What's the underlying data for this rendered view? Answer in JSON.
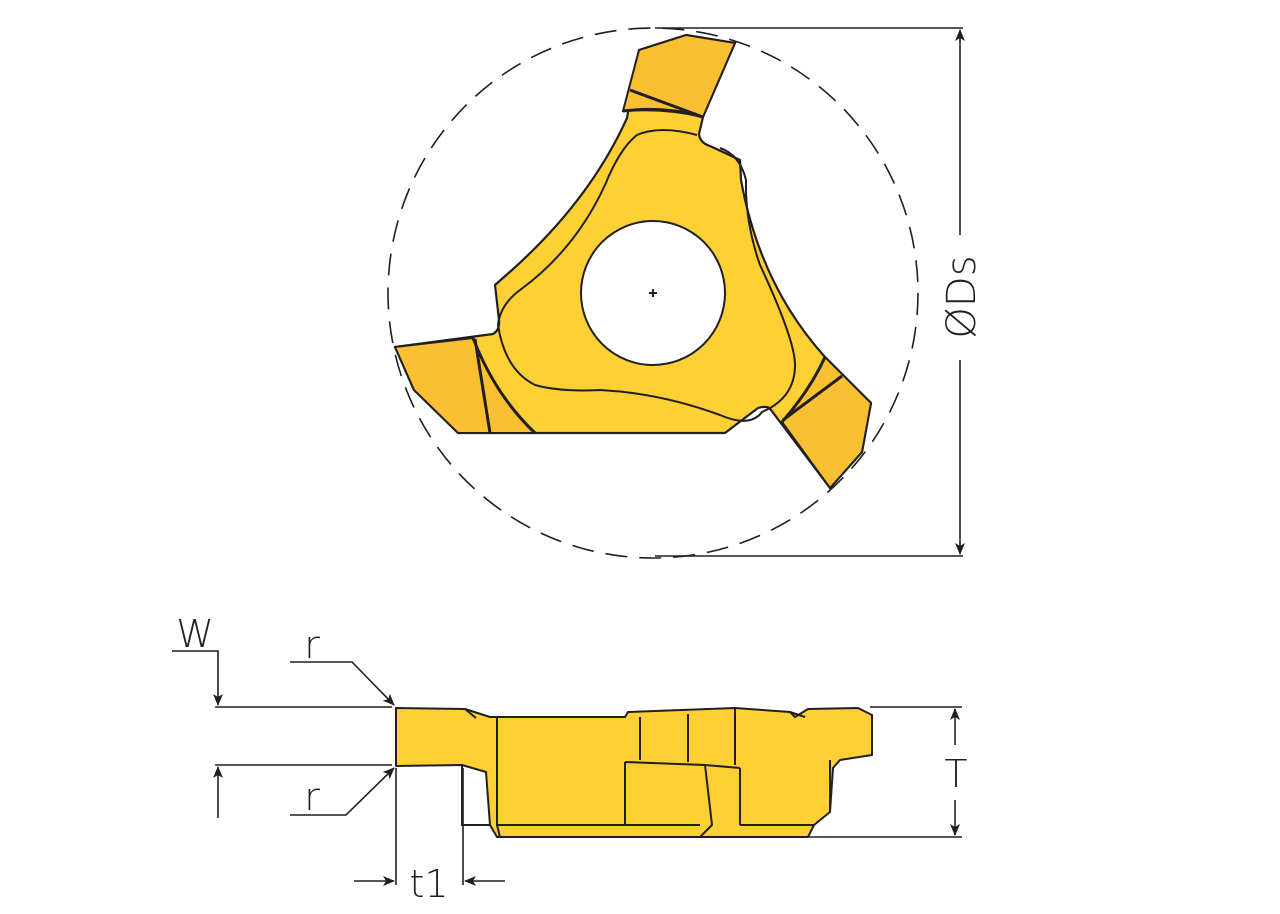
{
  "colors": {
    "body": "#fdd035",
    "tooth": "#fbbf32",
    "line": "#231f20"
  },
  "top_view": {
    "diameter_label": "ØDs"
  },
  "side_view": {
    "width_label": "W",
    "radius_top_label": "r",
    "radius_bottom_label": "r",
    "depth_label": "t1",
    "thickness_label": "T"
  }
}
